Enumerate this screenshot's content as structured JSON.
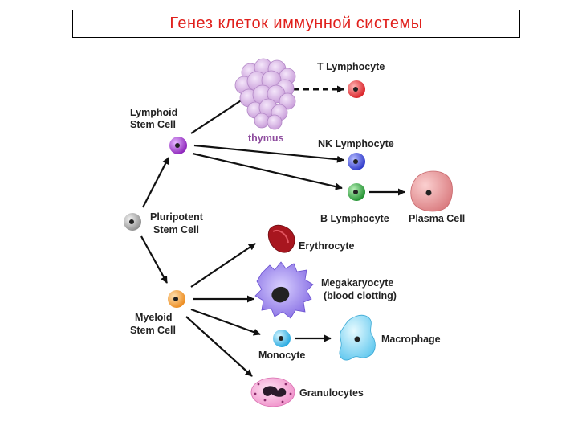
{
  "title": "Генез клеток иммунной системы",
  "labels": {
    "t_lymphocyte": "T Lymphocyte",
    "lymphoid_line1": "Lymphoid",
    "lymphoid_line2": "Stem Cell",
    "thymus": "thymus",
    "nk_lymphocyte": "NK Lymphocyte",
    "b_lymphocyte": "B Lymphocyte",
    "plasma_cell": "Plasma Cell",
    "pluripotent_line1": "Pluripotent",
    "pluripotent_line2": "Stem Cell",
    "erythrocyte": "Erythrocyte",
    "megakaryocyte_line1": "Megakaryocyte",
    "megakaryocyte_line2": "(blood clotting)",
    "myeloid_line1": "Myeloid",
    "myeloid_line2": "Stem Cell",
    "monocyte": "Monocyte",
    "macrophage": "Macrophage",
    "granulocytes": "Granulocytes"
  },
  "colors": {
    "title": "#e0201c",
    "t_lymphocyte": "#e53a3a",
    "nk_lymphocyte": "#3f4fd6",
    "b_lymphocyte": "#2aa23a",
    "lymphoid": "#9a2fc0",
    "pluripotent": "#a9a9a9",
    "myeloid": "#f29a2e",
    "monocyte": "#32b8e8",
    "thymus": "#d7b8e6",
    "plasma_cell": "#e59a9a",
    "erythrocyte": "#b3202a",
    "megakaryocyte": "#8a72e0",
    "macrophage": "#7fd3f2",
    "granulocytes": "#f7a8d8"
  }
}
